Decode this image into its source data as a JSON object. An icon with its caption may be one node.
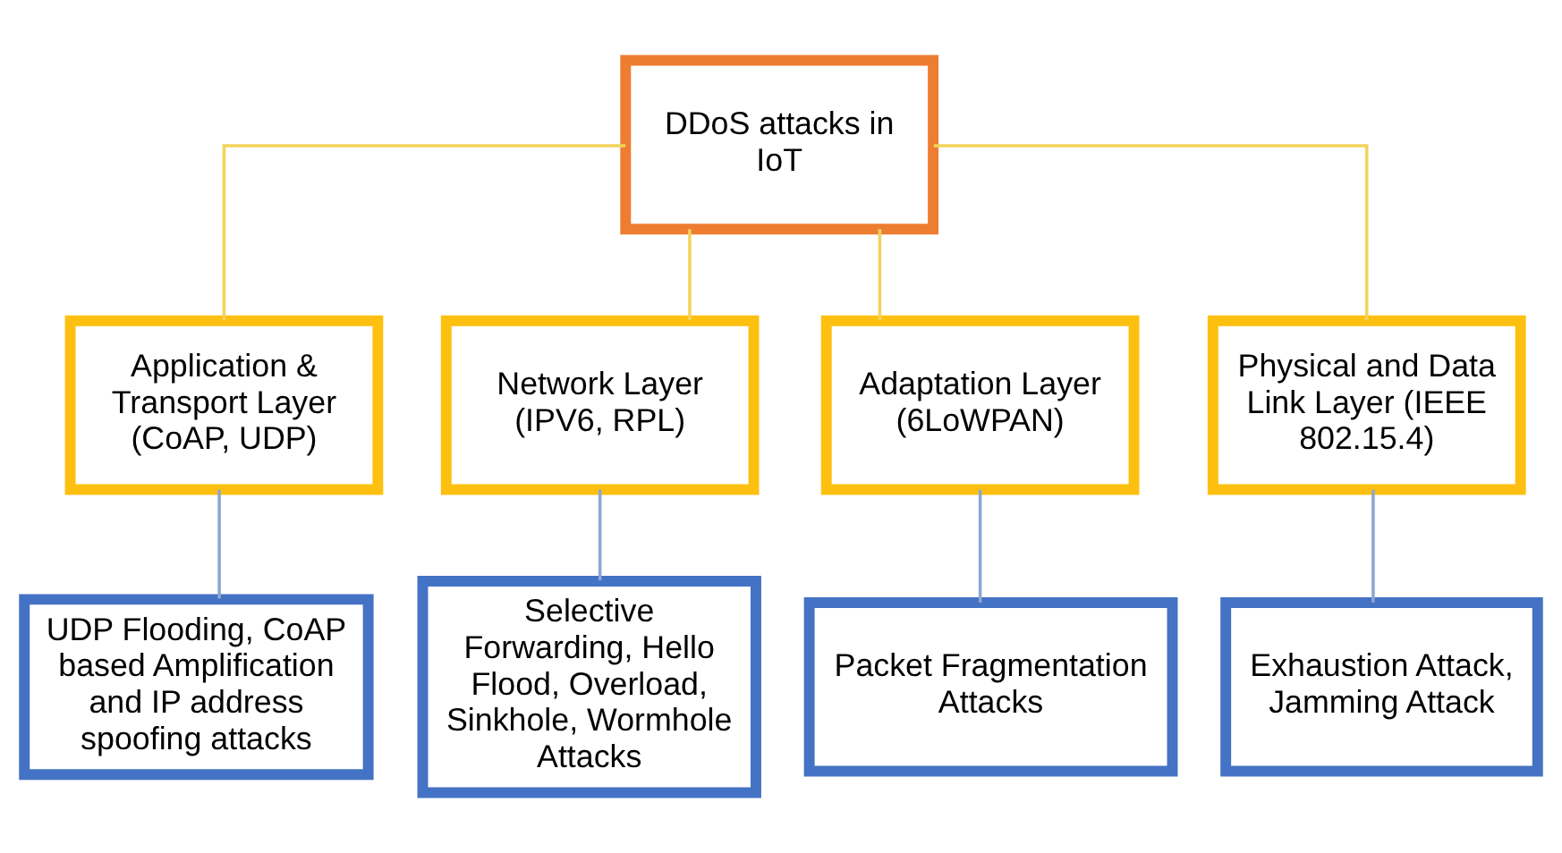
{
  "diagram": {
    "nodes": [
      {
        "text": [
          "DDoS attacks in IoT"
        ]
      },
      {
        "text": [
          "Application & Transport Layer (CoAP, UDP)"
        ]
      },
      {
        "text": [
          "Network Layer (IPV6, RPL)"
        ]
      },
      {
        "text": [
          "Adaptation Layer (6LoWPAN)"
        ]
      },
      {
        "text": [
          "Physical and Data Link Layer (IEEE 802.15.4)"
        ]
      },
      {
        "text": [
          "UDP Flooding, CoAP based Amplification and IP address spoofing attacks"
        ]
      },
      {
        "text": [
          "Selective Forwarding, Hello Flood, Overload, Sinkhole, Wormhole Attacks"
        ]
      },
      {
        "text": [
          "Packet Fragmentation Attacks"
        ]
      },
      {
        "text": [
          "Exhaustion Attack, Jamming Attack"
        ]
      }
    ],
    "edges": [
      {
        "from": 0,
        "to": 1,
        "arrow": "none",
        "color": "#f2d35c"
      },
      {
        "from": 0,
        "to": 2,
        "arrow": "none",
        "color": "#f2d35c"
      },
      {
        "from": 0,
        "to": 3,
        "arrow": "none",
        "color": "#f2d35c"
      },
      {
        "from": 0,
        "to": 4,
        "arrow": "none",
        "color": "#f2d35c"
      },
      {
        "from": 1,
        "to": 5,
        "arrow": "none",
        "color": "#8fa6d4"
      },
      {
        "from": 2,
        "to": 6,
        "arrow": "none",
        "color": "#8fa6d4"
      },
      {
        "from": 3,
        "to": 7,
        "arrow": "none",
        "color": "#8fa6d4"
      },
      {
        "from": 4,
        "to": 8,
        "arrow": "none",
        "color": "#8fa6d4"
      }
    ]
  }
}
